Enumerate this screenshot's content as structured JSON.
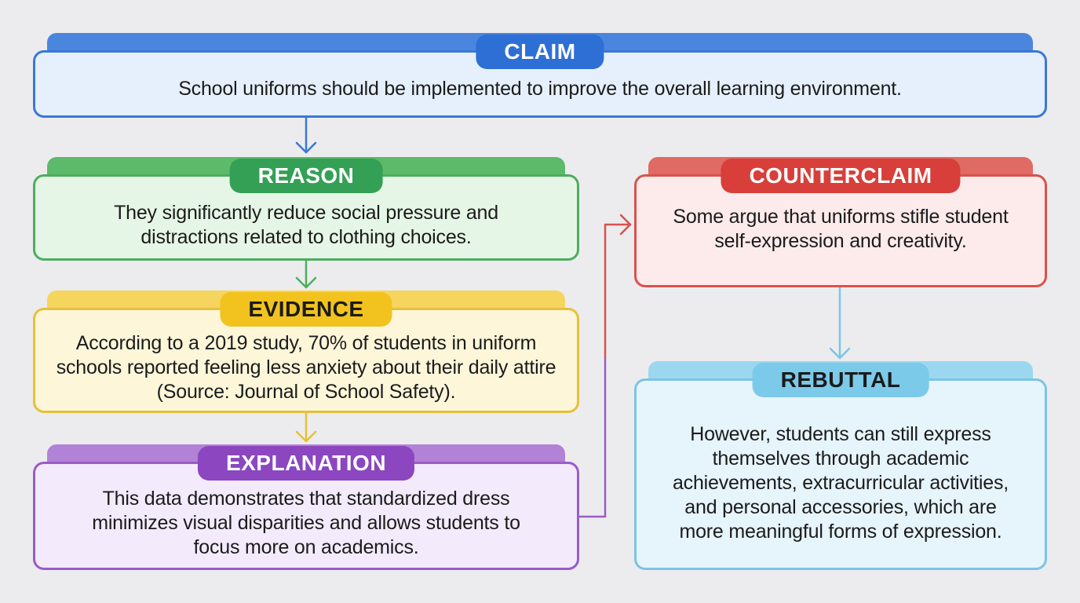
{
  "blocks": {
    "claim": {
      "label": "CLAIM",
      "text": "School uniforms should be implemented to improve the overall learning environment.",
      "colors": {
        "tab": "#4a86dd",
        "pill": "#2e6fd6",
        "pill_text": "#ffffff",
        "border": "#3a78d8",
        "fill": "#e6f0fc"
      }
    },
    "reason": {
      "label": "REASON",
      "text": "They significantly reduce social pressure and distractions related to clothing choices.",
      "colors": {
        "tab": "#5cba6a",
        "pill": "#34a055",
        "pill_text": "#ffffff",
        "border": "#4cae5e",
        "fill": "#e6f6e6"
      }
    },
    "evidence": {
      "label": "EVIDENCE",
      "text": "According to a 2019 study, 70% of students in uniform schools reported feeling less anxiety about their daily attire (Source: Journal of School Safety).",
      "colors": {
        "tab": "#f6d55e",
        "pill": "#f2c31e",
        "pill_text": "#1b1b1b",
        "border": "#e6c03a",
        "fill": "#fdf6d9"
      }
    },
    "explanation": {
      "label": "EXPLANATION",
      "text": "This data demonstrates that standardized dress minimizes visual disparities and allows students to focus more on academics.",
      "colors": {
        "tab": "#b182d6",
        "pill": "#8b46c0",
        "pill_text": "#ffffff",
        "border": "#9a5cc8",
        "fill": "#f3eafb"
      }
    },
    "counterclaim": {
      "label": "COUNTERCLAIM",
      "text": "Some argue that uniforms stifle student self-expression and creativity.",
      "colors": {
        "tab": "#e06a64",
        "pill": "#d83f3a",
        "pill_text": "#ffffff",
        "border": "#d8534c",
        "fill": "#fdeaea"
      }
    },
    "rebuttal": {
      "label": "REBUTTAL",
      "text": "However, students can still express themselves through academic achievements, extracurricular activities, and personal accessories, which are more meaningful forms of expression.",
      "colors": {
        "tab": "#9cd7f0",
        "pill": "#7ccaea",
        "pill_text": "#1b1b1b",
        "border": "#7cc4e4",
        "fill": "#e6f4fb"
      }
    }
  },
  "connector_colors": {
    "claim_reason": "#3a78d8",
    "reason_evidence": "#4cae5e",
    "evidence_explanation": "#e6c03a",
    "explanation_counterclaim_low": "#9a5cc8",
    "explanation_counterclaim_high": "#d8534c",
    "counterclaim_rebuttal": "#7cc4e4"
  }
}
